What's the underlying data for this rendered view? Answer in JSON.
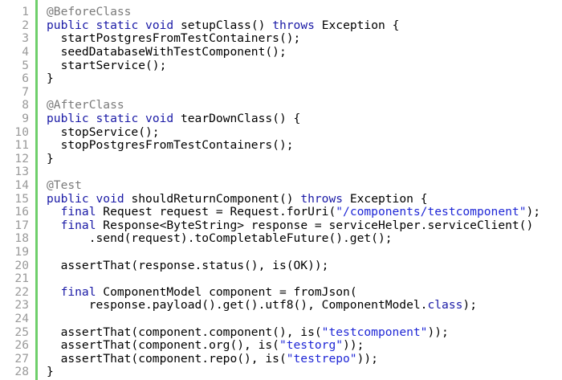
{
  "colors": {
    "keyword": "#1a1aa6",
    "annotation": "#7a7a7a",
    "string": "#1f27d6",
    "text": "#000000",
    "line_number": "#9a9a9a",
    "gutter_bar": "#6fcf6b",
    "background": "#ffffff"
  },
  "lines": [
    {
      "n": "1",
      "tokens": [
        {
          "t": "@BeforeClass",
          "c": "an"
        }
      ]
    },
    {
      "n": "2",
      "tokens": [
        {
          "t": "public",
          "c": "kw"
        },
        {
          "t": " "
        },
        {
          "t": "static",
          "c": "kw"
        },
        {
          "t": " "
        },
        {
          "t": "void",
          "c": "kw"
        },
        {
          "t": " setupClass() "
        },
        {
          "t": "throws",
          "c": "kw"
        },
        {
          "t": " Exception {"
        }
      ]
    },
    {
      "n": "3",
      "tokens": [
        {
          "t": "  startPostgresFromTestContainers();"
        }
      ]
    },
    {
      "n": "4",
      "tokens": [
        {
          "t": "  seedDatabaseWithTestComponent();"
        }
      ]
    },
    {
      "n": "5",
      "tokens": [
        {
          "t": "  startService();"
        }
      ]
    },
    {
      "n": "6",
      "tokens": [
        {
          "t": "}"
        }
      ]
    },
    {
      "n": "7",
      "tokens": []
    },
    {
      "n": "8",
      "tokens": [
        {
          "t": "@AfterClass",
          "c": "an"
        }
      ]
    },
    {
      "n": "9",
      "tokens": [
        {
          "t": "public",
          "c": "kw"
        },
        {
          "t": " "
        },
        {
          "t": "static",
          "c": "kw"
        },
        {
          "t": " "
        },
        {
          "t": "void",
          "c": "kw"
        },
        {
          "t": " tearDownClass() {"
        }
      ]
    },
    {
      "n": "10",
      "tokens": [
        {
          "t": "  stopService();"
        }
      ]
    },
    {
      "n": "11",
      "tokens": [
        {
          "t": "  stopPostgresFromTestContainers();"
        }
      ]
    },
    {
      "n": "12",
      "tokens": [
        {
          "t": "}"
        }
      ]
    },
    {
      "n": "13",
      "tokens": []
    },
    {
      "n": "14",
      "tokens": [
        {
          "t": "@Test",
          "c": "an"
        }
      ]
    },
    {
      "n": "15",
      "tokens": [
        {
          "t": "public",
          "c": "kw"
        },
        {
          "t": " "
        },
        {
          "t": "void",
          "c": "kw"
        },
        {
          "t": " shouldReturnComponent() "
        },
        {
          "t": "throws",
          "c": "kw"
        },
        {
          "t": " Exception {"
        }
      ]
    },
    {
      "n": "16",
      "tokens": [
        {
          "t": "  "
        },
        {
          "t": "final",
          "c": "kw"
        },
        {
          "t": " Request request = Request.forUri("
        },
        {
          "t": "\"/components/testcomponent\"",
          "c": "st"
        },
        {
          "t": ");"
        }
      ]
    },
    {
      "n": "17",
      "tokens": [
        {
          "t": "  "
        },
        {
          "t": "final",
          "c": "kw"
        },
        {
          "t": " Response<ByteString> response = serviceHelper.serviceClient()"
        }
      ]
    },
    {
      "n": "18",
      "tokens": [
        {
          "t": "      .send(request).toCompletableFuture().get();"
        }
      ]
    },
    {
      "n": "19",
      "tokens": []
    },
    {
      "n": "20",
      "tokens": [
        {
          "t": "  assertThat(response.status(), is(OK));"
        }
      ]
    },
    {
      "n": "21",
      "tokens": []
    },
    {
      "n": "22",
      "tokens": [
        {
          "t": "  "
        },
        {
          "t": "final",
          "c": "kw"
        },
        {
          "t": " ComponentModel component = fromJson("
        }
      ]
    },
    {
      "n": "23",
      "tokens": [
        {
          "t": "      response.payload().get().utf8(), ComponentModel."
        },
        {
          "t": "class",
          "c": "kw"
        },
        {
          "t": ");"
        }
      ]
    },
    {
      "n": "24",
      "tokens": []
    },
    {
      "n": "25",
      "tokens": [
        {
          "t": "  assertThat(component.component(), is("
        },
        {
          "t": "\"testcomponent\"",
          "c": "st"
        },
        {
          "t": "));"
        }
      ]
    },
    {
      "n": "26",
      "tokens": [
        {
          "t": "  assertThat(component.org(), is("
        },
        {
          "t": "\"testorg\"",
          "c": "st"
        },
        {
          "t": "));"
        }
      ]
    },
    {
      "n": "27",
      "tokens": [
        {
          "t": "  assertThat(component.repo(), is("
        },
        {
          "t": "\"testrepo\"",
          "c": "st"
        },
        {
          "t": "));"
        }
      ]
    },
    {
      "n": "28",
      "tokens": [
        {
          "t": "}"
        }
      ]
    }
  ]
}
